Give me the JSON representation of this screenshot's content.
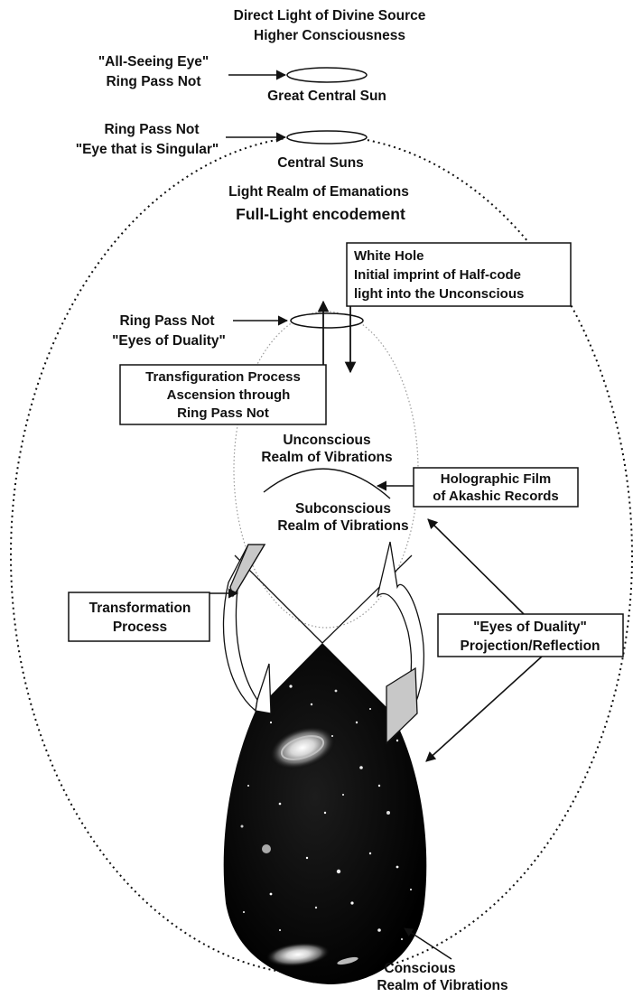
{
  "header": {
    "line1": "Direct Light of Divine Source",
    "line2": "Higher Consciousness"
  },
  "labels": {
    "all_seeing_eye": "\"All-Seeing Eye\"",
    "ring_pass_not_1": "Ring Pass Not",
    "great_central_sun": "Great Central Sun",
    "ring_pass_not_2": "Ring Pass Not",
    "eye_singular": "\"Eye that is Singular\"",
    "central_suns": "Central Suns",
    "light_realm": "Light Realm of Emanations",
    "full_light": "Full-Light encodement",
    "ring_pass_not_3": "Ring Pass Not",
    "eyes_of_duality": "\"Eyes of Duality\"",
    "unconscious_1": "Unconscious",
    "unconscious_2": "Realm of Vibrations",
    "subconscious_1": "Subconscious",
    "subconscious_2": "Realm of Vibrations",
    "conscious_1": "Conscious",
    "conscious_2": "Realm of Vibrations"
  },
  "boxes": {
    "white_hole": [
      "White Hole",
      "Initial imprint of Half-code",
      "light into the Unconscious"
    ],
    "transfiguration": [
      "Transfiguration Process",
      "Ascension through",
      "Ring Pass Not"
    ],
    "holographic": [
      "Holographic Film",
      "of Akashic Records"
    ],
    "transformation": [
      "Transformation",
      "Process"
    ],
    "projection": [
      "\"Eyes of Duality\"",
      "Projection/Reflection"
    ]
  },
  "colors": {
    "ink": "#111111",
    "space": "#0a0a0a",
    "arrow_fill": "#c8c8c8",
    "dotted_inner": "#9a9a9a"
  }
}
